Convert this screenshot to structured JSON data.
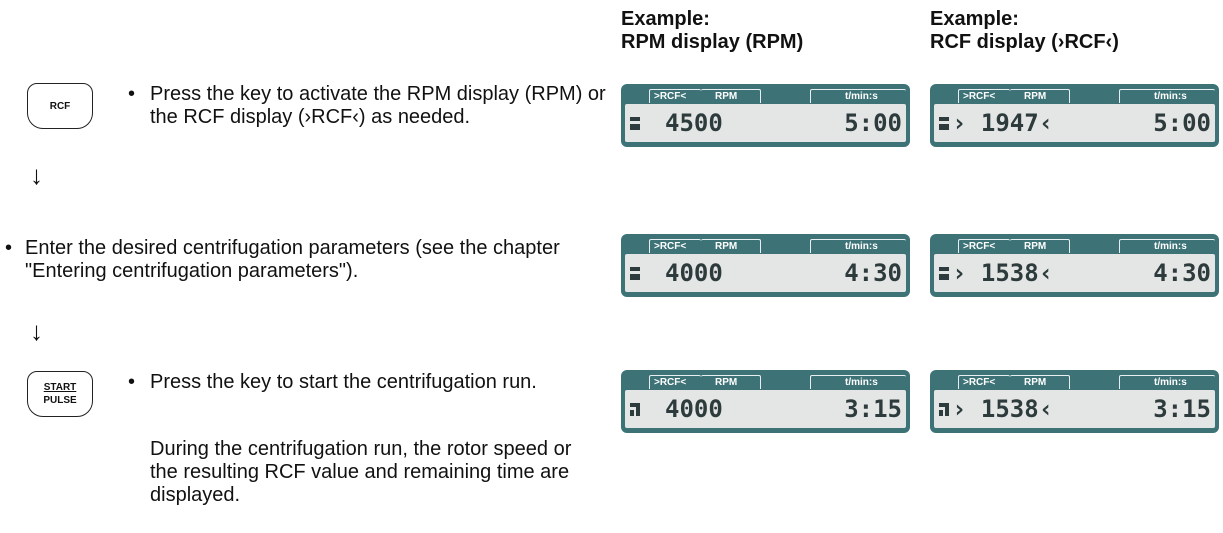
{
  "headers": {
    "rpm_line1": "Example:",
    "rpm_line2": "RPM display (RPM)",
    "rcf_line1": "Example:",
    "rcf_line2": "RCF display (›RCF‹)"
  },
  "keys": {
    "rcf": "RCF",
    "start": "START",
    "pulse": "PULSE"
  },
  "steps": {
    "bullet": "•",
    "arrow": "↓",
    "step1": "Press the key to activate the RPM display (RPM) or the RCF display (›RCF‹) as needed.",
    "step2": "Enter the desired centrifugation parameters (see the chapter \"Entering centrifugation parameters\").",
    "step3": "Press the key to start the centrifugation run.",
    "step3_note": "During the centrifugation run, the rotor speed or the resulting RCF value and remaining time are displayed."
  },
  "lcd_labels": {
    "rcf": ">RCF<",
    "rpm": "RPM",
    "time": "t/min:s"
  },
  "lcd_colors": {
    "frame": "#3d7377",
    "screen": "#e4e6e6",
    "digits": "#2e3b3c"
  },
  "displays": {
    "row1": {
      "rpm": {
        "indicator": "stopped-icon",
        "value": "4500",
        "time": "5:00"
      },
      "rcf": {
        "indicator": "stopped-icon",
        "value": "› 1947‹",
        "time": "5:00"
      }
    },
    "row2": {
      "rpm": {
        "indicator": "stopped-icon",
        "value": "4000",
        "time": "4:30"
      },
      "rcf": {
        "indicator": "stopped-icon",
        "value": "› 1538‹",
        "time": "4:30"
      }
    },
    "row3": {
      "rpm": {
        "indicator": "running-icon",
        "value": "4000",
        "time": "3:15"
      },
      "rcf": {
        "indicator": "running-icon",
        "value": "› 1538‹",
        "time": "3:15"
      }
    }
  }
}
